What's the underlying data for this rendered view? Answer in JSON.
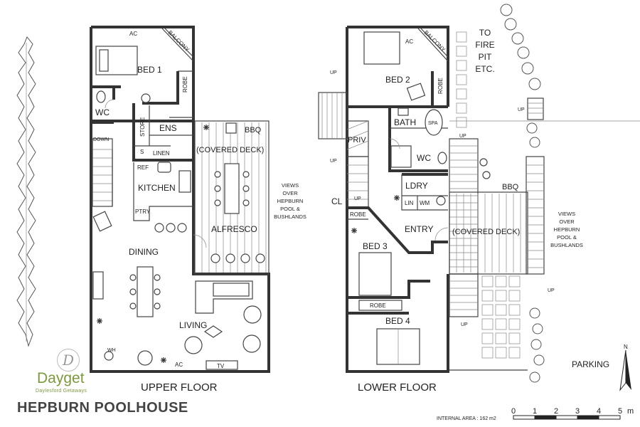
{
  "title": "HEPBURN POOLHOUSE",
  "brand": {
    "name": "Dayget",
    "tagline": "Daylesford Getaways",
    "logo_letter": "D"
  },
  "upper_floor": {
    "caption": "UPPER FLOOR",
    "rooms": {
      "bed1": "BED 1",
      "ac": "AC",
      "balcony": "BALCONY",
      "robe": "ROBE",
      "wc": "WC",
      "store": "STORE",
      "ens": "ENS",
      "s": "S",
      "linen": "LINEN",
      "down": "DOWN",
      "ref": "REF",
      "kitchen": "KITCHEN",
      "ptry": "PTRY",
      "bbq": "BBQ",
      "covered_deck": "(COVERED DECK)",
      "alfresco": "ALFRESCO",
      "dining": "DINING",
      "living": "LIVING",
      "wh": "WH",
      "ac2": "AC",
      "tv": "TV"
    },
    "views": [
      "VIEWS",
      "OVER",
      "HEPBURN",
      "POOL &",
      "BUSHLANDS"
    ]
  },
  "lower_floor": {
    "caption": "LOWER FLOOR",
    "rooms": {
      "bed2": "BED 2",
      "ac": "AC",
      "balcony": "BALCONY",
      "robe": "ROBE",
      "bath": "BATH",
      "spa": "SPA",
      "wc": "WC",
      "priv": "PRIV",
      "ldry": "LDRY",
      "lin": "LIN",
      "wm": "WM",
      "cl": "CL",
      "robe2": "ROBE",
      "entry": "ENTRY",
      "bed3": "BED 3",
      "robe3": "ROBE",
      "bed4": "BED 4",
      "bbq": "BBQ",
      "covered_deck": "(COVERED DECK)",
      "up": "UP"
    },
    "views": [
      "VIEWS",
      "OVER",
      "HEPBURN",
      "POOL &",
      "BUSHLANDS"
    ],
    "fire_pit": [
      "TO",
      "FIRE",
      "PIT",
      "ETC."
    ],
    "parking": "PARKING"
  },
  "internal_area": "INTERNAL AREA : 162 m2",
  "scale": {
    "ticks": [
      "0",
      "1",
      "2",
      "3",
      "4",
      "5"
    ],
    "unit": "m"
  },
  "north": "N"
}
